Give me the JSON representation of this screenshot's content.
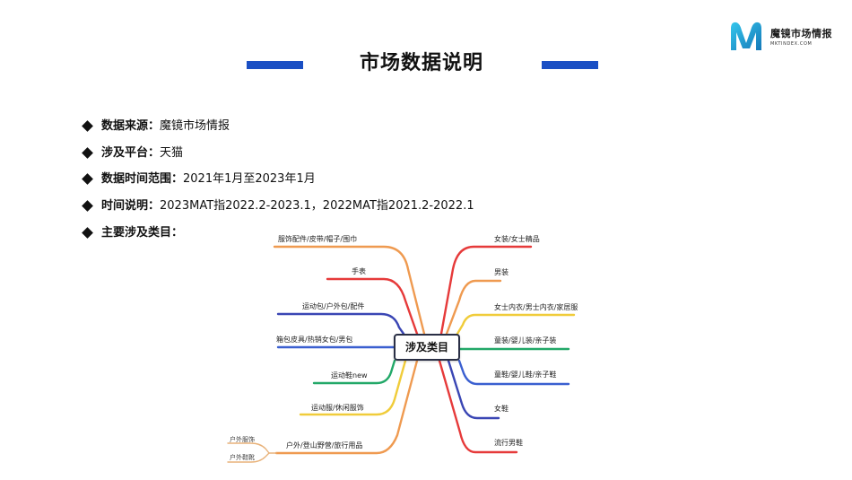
{
  "logo": {
    "name": "魔镜市场情报",
    "url": "MKTINDEX.COM",
    "mark": "M",
    "colors": {
      "primary": "#1aa0d8",
      "secondary": "#2dc3e8"
    }
  },
  "header": {
    "title": "市场数据说明",
    "accent_color": "#1a4fc4"
  },
  "bullets": [
    {
      "label": "数据来源：",
      "value": "魔镜市场情报"
    },
    {
      "label": "涉及平台：",
      "value": "天猫"
    },
    {
      "label": "数据时间范围：",
      "value": "2021年1月至2023年1月"
    },
    {
      "label": "时间说明：",
      "value": "2023MAT指2022.2-2023.1，2022MAT指2021.2-2022.1"
    },
    {
      "label": "主要涉及类目：",
      "value": ""
    }
  ],
  "mindmap": {
    "center": "涉及类目",
    "left_branches": [
      {
        "label": "服饰配件/皮带/帽子/围巾",
        "color": "#ef9a50"
      },
      {
        "label": "手表",
        "color": "#e63a3a"
      },
      {
        "label": "运动包/户外包/配件",
        "color": "#3a46b4"
      },
      {
        "label": "箱包皮具/热销女包/男包",
        "color": "#3a5fd0"
      },
      {
        "label": "运动鞋new",
        "color": "#22a868"
      },
      {
        "label": "运动服/休闲服饰",
        "color": "#f0cc3a"
      },
      {
        "label": "户外/登山野营/旅行用品",
        "color": "#ef9a50",
        "children": [
          "户外服饰",
          "户外鞋靴"
        ]
      }
    ],
    "right_branches": [
      {
        "label": "女装/女士精品",
        "color": "#e63a3a"
      },
      {
        "label": "男装",
        "color": "#ef9a50"
      },
      {
        "label": "女士内衣/男士内衣/家居服",
        "color": "#f0cc3a"
      },
      {
        "label": "童装/婴儿装/亲子装",
        "color": "#22a868"
      },
      {
        "label": "童鞋/婴儿鞋/亲子鞋",
        "color": "#3a5fd0"
      },
      {
        "label": "女鞋",
        "color": "#3a46b4"
      },
      {
        "label": "流行男鞋",
        "color": "#e63a3a"
      }
    ]
  }
}
